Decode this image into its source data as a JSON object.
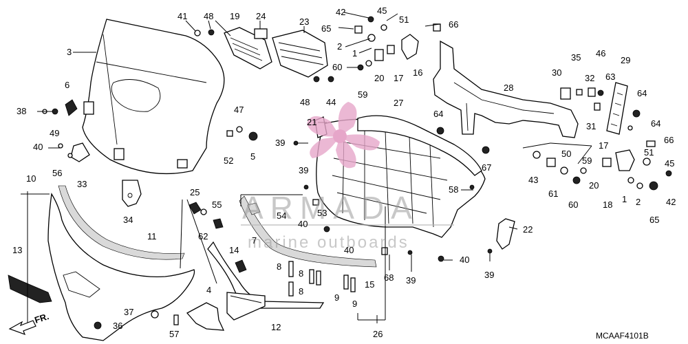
{
  "diagram": {
    "code": "MCAAF4101B",
    "direction_label": "FR.",
    "watermark": {
      "title": "ARMADA",
      "subtitle": "marine outboards",
      "logo_color": "#e6a6c9"
    },
    "callouts": {
      "c3": "3",
      "c41": "41",
      "c48a": "48",
      "c19": "19",
      "c24": "24",
      "c23": "23",
      "c42a": "42",
      "c45a": "45",
      "c51a": "51",
      "c65a": "65",
      "c66a": "66",
      "c2a": "2",
      "c1a": "1",
      "c60a": "60",
      "c59a": "59",
      "c20a": "20",
      "c17a": "17",
      "c16": "16",
      "c48b": "48",
      "c44": "44",
      "c6": "6",
      "c38": "38",
      "c49": "49",
      "c47": "47",
      "c52": "52",
      "c5": "5",
      "c40a": "40",
      "c56": "56",
      "c33": "33",
      "c34": "34",
      "c21": "21",
      "c39a": "39",
      "c27": "27",
      "c28": "28",
      "c30": "30",
      "c35": "35",
      "c32": "32",
      "c46": "46",
      "c63": "63",
      "c29": "29",
      "c31": "31",
      "c64a": "64",
      "c64b": "64",
      "c64c": "64",
      "c66b": "66",
      "c67": "67",
      "c43": "43",
      "c50": "50",
      "c17b": "17",
      "c59b": "59",
      "c51b": "51",
      "c45b": "45",
      "c61": "61",
      "c60b": "60",
      "c20b": "20",
      "c18": "18",
      "c1b": "1",
      "c2b": "2",
      "c42b": "42",
      "c65b": "65",
      "c39b": "39",
      "c58": "58",
      "c22": "22",
      "c10": "10",
      "c11": "11",
      "c13": "13",
      "c25": "25",
      "c55": "55",
      "c62": "62",
      "c7": "7",
      "c54": "54",
      "c40b": "40",
      "c53": "53",
      "c40c": "40",
      "c14": "14",
      "c8a": "8",
      "c8b": "8",
      "c8c": "8",
      "c9a": "9",
      "c9b": "9",
      "c15": "15",
      "c68": "68",
      "c39c": "39",
      "c40d": "40",
      "c39d": "39",
      "c4": "4",
      "c37": "37",
      "c36": "36",
      "c57": "57",
      "c12": "12",
      "c26": "26"
    }
  }
}
